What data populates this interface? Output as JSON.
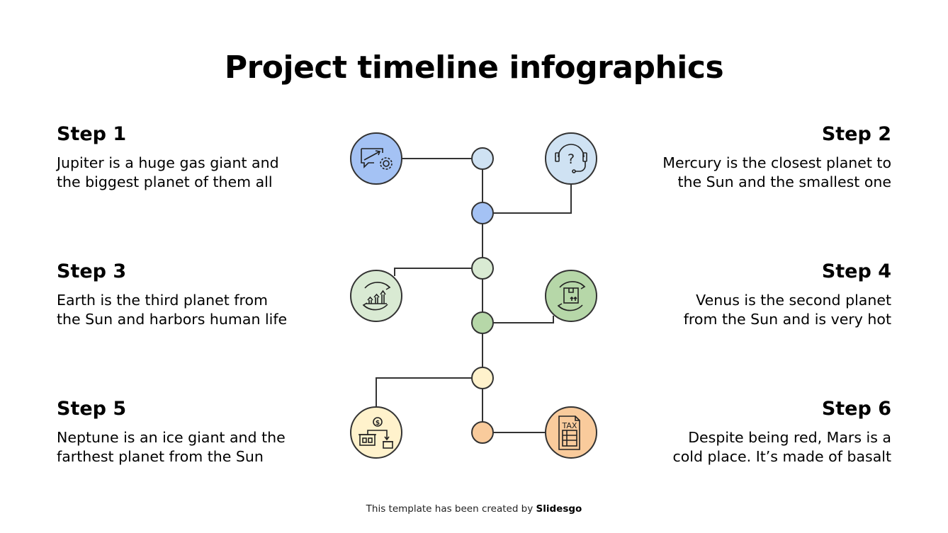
{
  "title": "Project timeline infographics",
  "steps": [
    {
      "heading": "Step 1",
      "line1": "Jupiter is a huge gas giant and",
      "line2": "the biggest planet of them all",
      "side": "left",
      "icon": "chat-growth-gear-icon",
      "color": "#a4c2f4"
    },
    {
      "heading": "Step 2",
      "line1": "Mercury is the closest planet to",
      "line2": "the Sun and the smallest one",
      "side": "right",
      "icon": "headset-question-icon",
      "color": "#cfe2f3"
    },
    {
      "heading": "Step 3",
      "line1": "Earth is the third planet from",
      "line2": "the Sun and harbors human life",
      "side": "left",
      "icon": "growth-cycle-icon",
      "color": "#d9ead3"
    },
    {
      "heading": "Step 4",
      "line1": "Venus is the second planet",
      "line2": "from the Sun and is very hot",
      "side": "right",
      "icon": "box-cycle-icon",
      "color": "#b6d7a8"
    },
    {
      "heading": "Step 5",
      "line1": "Neptune is an ice giant and the",
      "line2": "farthest planet from the Sun",
      "side": "left",
      "icon": "store-transfer-icon",
      "color": "#fff2cc"
    },
    {
      "heading": "Step 6",
      "line1": "Despite being red, Mars is a",
      "line2": "cold place. It’s made of basalt",
      "side": "right",
      "icon": "tax-document-icon",
      "color": "#f9cb9c"
    }
  ],
  "node_colors": [
    "#cfe2f3",
    "#a4c2f4",
    "#d9ead3",
    "#b6d7a8",
    "#fff2cc",
    "#f9cb9c"
  ],
  "icon_labels": {
    "tax": "TAX",
    "dollar": "$",
    "question": "?"
  },
  "footer": {
    "prefix": "This template has been created by ",
    "brand": "Slidesgo"
  }
}
